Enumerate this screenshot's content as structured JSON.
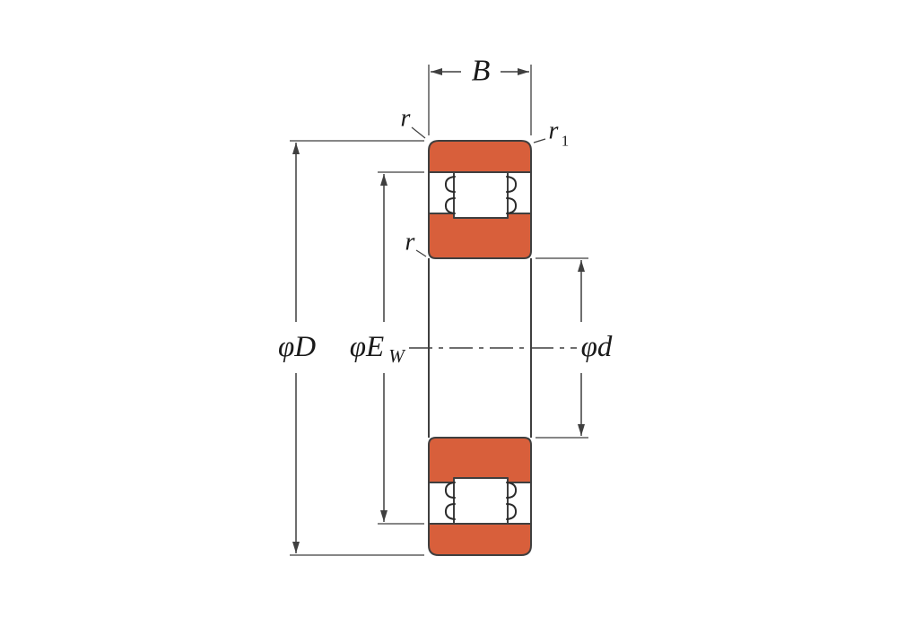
{
  "diagram": {
    "title_hint": "cylindrical-roller-bearing-cross-section",
    "dims": {
      "width_label": "B",
      "outer_diameter_label": "φD",
      "raceway_diameter_label": "φE",
      "raceway_diameter_subscript": "W",
      "bore_diameter_label": "φd",
      "chamfer_top_left_label": "r",
      "chamfer_top_right_label": "r",
      "chamfer_top_right_subscript": "1",
      "chamfer_inner_label": "r"
    }
  },
  "colors": {
    "ring": "#d85f3b",
    "stroke": "#3f3f3f",
    "text": "#1a1a1a",
    "background": "#ffffff"
  }
}
